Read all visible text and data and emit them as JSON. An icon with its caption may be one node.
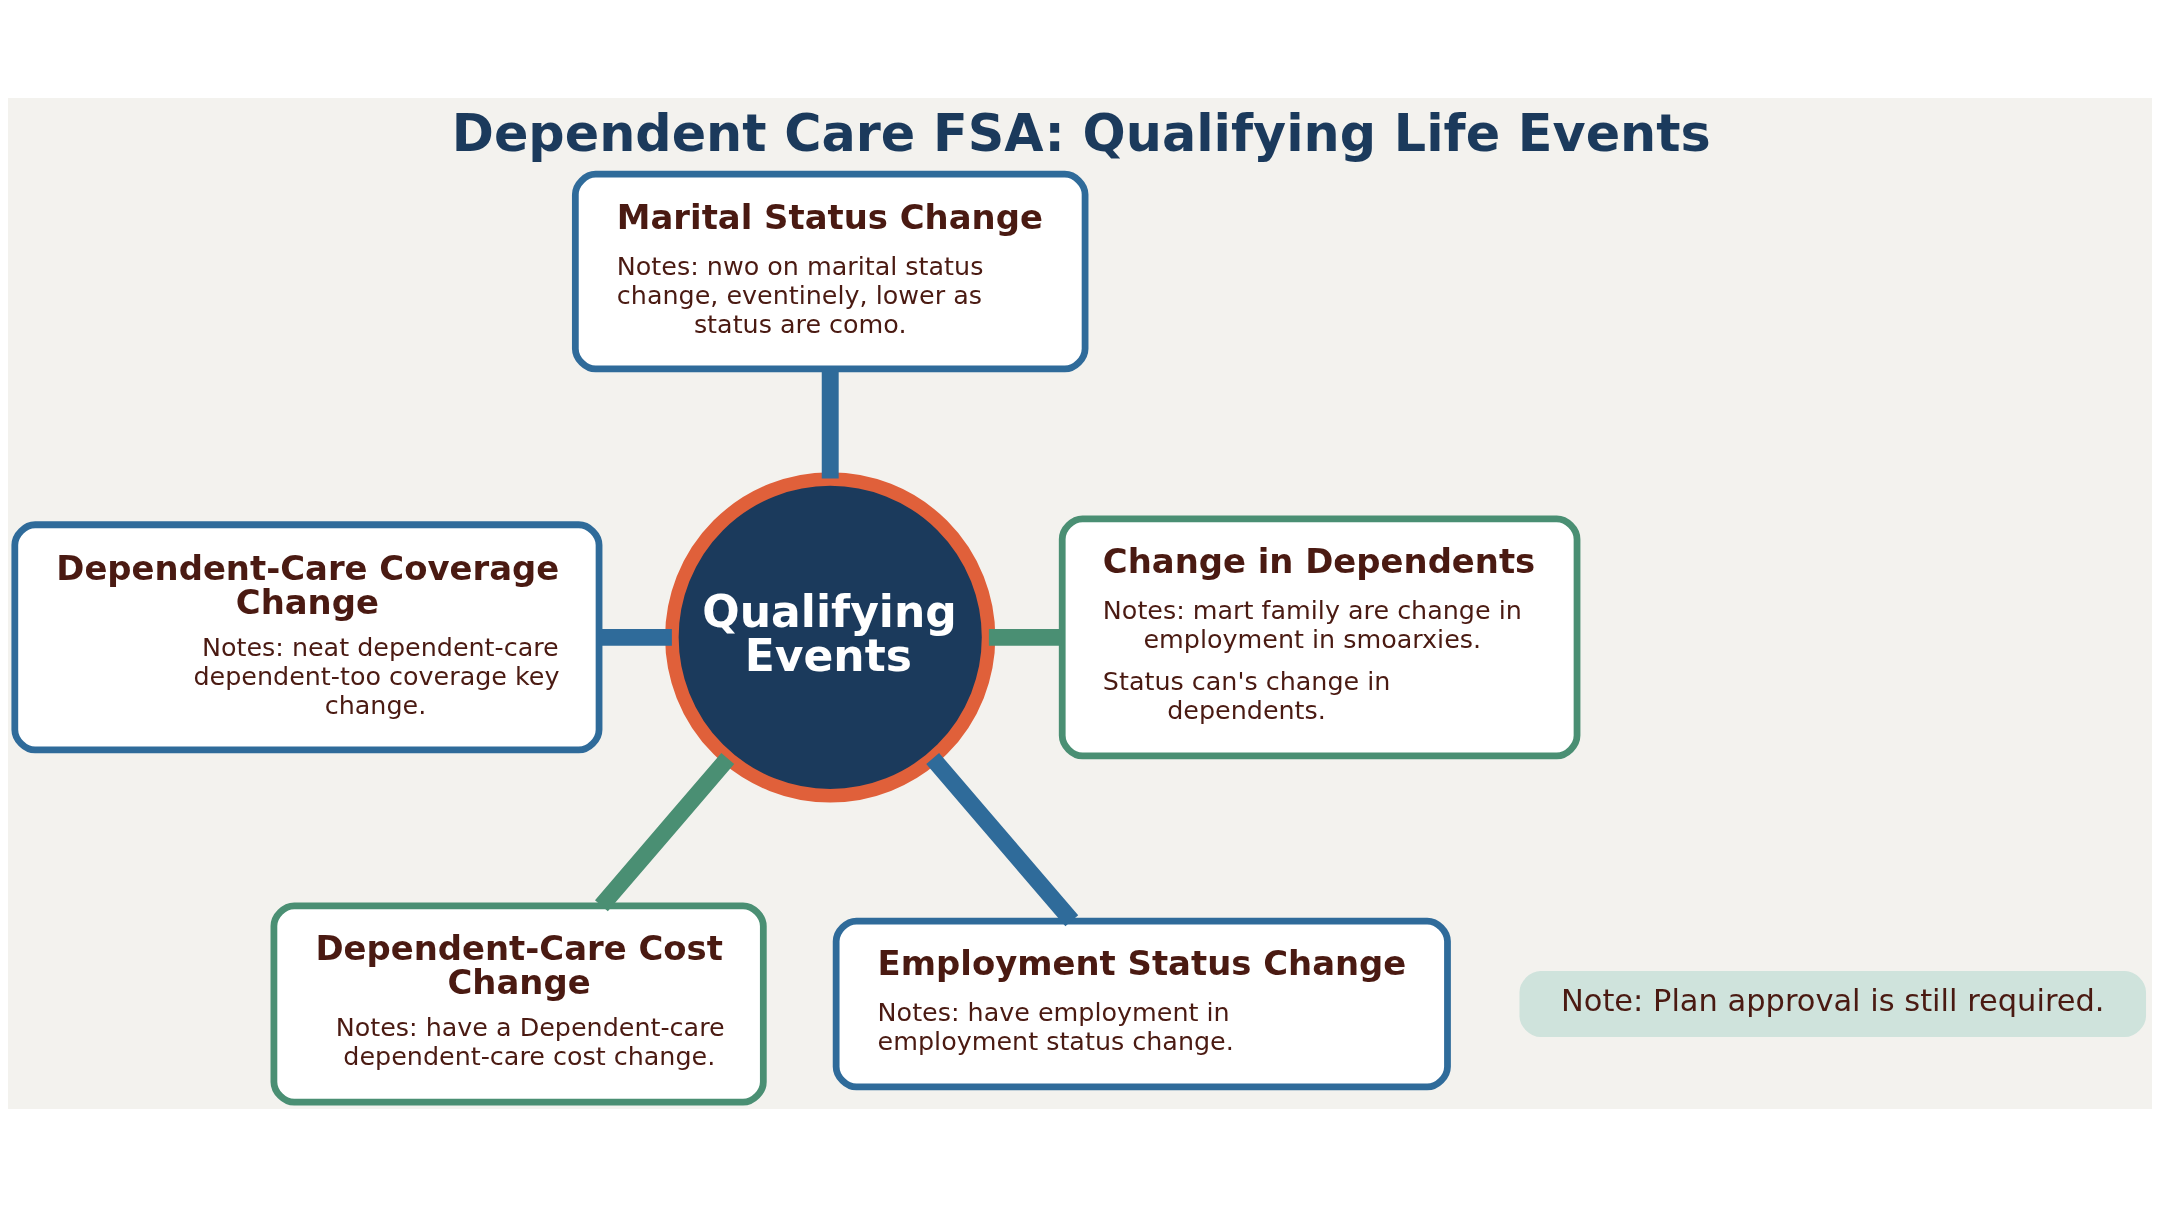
{
  "diagram": {
    "title": "Dependent Care FSA: Qualifying Life Events",
    "nodes": [
      {
        "text": [
          "Qualifying Events"
        ]
      },
      {
        "text": [
          "Marital Status Change",
          "Notes: nwo on marital status change, eventinely, lower as status are como."
        ]
      },
      {
        "text": [
          "Dependent-Care Coverage Change",
          "Notes: neat dependent-care dependent-too coverage key change."
        ]
      },
      {
        "text": [
          "Change in Dependents",
          "Notes: mart family are change in employment in smoarxies.",
          "Status can's change in dependents."
        ]
      },
      {
        "text": [
          "Dependent-Care Cost Change",
          "Notes: have a Dependent-care dependent-care cost change."
        ]
      },
      {
        "text": [
          "Employment Status Change",
          "Notes: have employment in employment status change."
        ]
      }
    ],
    "edges": [
      {
        "from": 1,
        "to": 0,
        "arrow": "none"
      },
      {
        "from": 2,
        "to": 0,
        "arrow": "none"
      },
      {
        "from": 0,
        "to": 3,
        "arrow": "none",
        "color": "#4a8f73"
      },
      {
        "from": 0,
        "to": 4,
        "arrow": "none",
        "color": "#4a8f73"
      },
      {
        "from": 0,
        "to": 5,
        "arrow": "none"
      }
    ],
    "labels": [
      "Note: Plan approval is still required."
    ]
  }
}
